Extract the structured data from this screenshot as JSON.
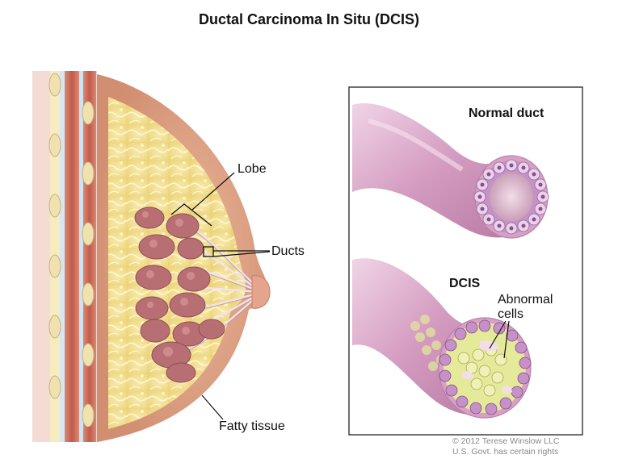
{
  "title": "Ductal Carcinoma In Situ (DCIS)",
  "labels": {
    "lobe": "Lobe",
    "ducts": "Ducts",
    "fatty_tissue": "Fatty tissue",
    "normal_duct": "Normal duct",
    "dcis": "DCIS",
    "abnormal_line1": "Abnormal",
    "abnormal_line2": "cells"
  },
  "credit": {
    "line1": "© 2012 Terese Winslow LLC",
    "line2": "U.S. Govt. has certain rights"
  },
  "colors": {
    "skin": "#e3a98e",
    "fat": "#f3e39a",
    "lobule": "#b86f73",
    "muscle": "#c96a55",
    "duct_wall": "#d7a0c4",
    "abnormal_cell": "#e4ea9a",
    "normal_cell": "#c591c6"
  }
}
